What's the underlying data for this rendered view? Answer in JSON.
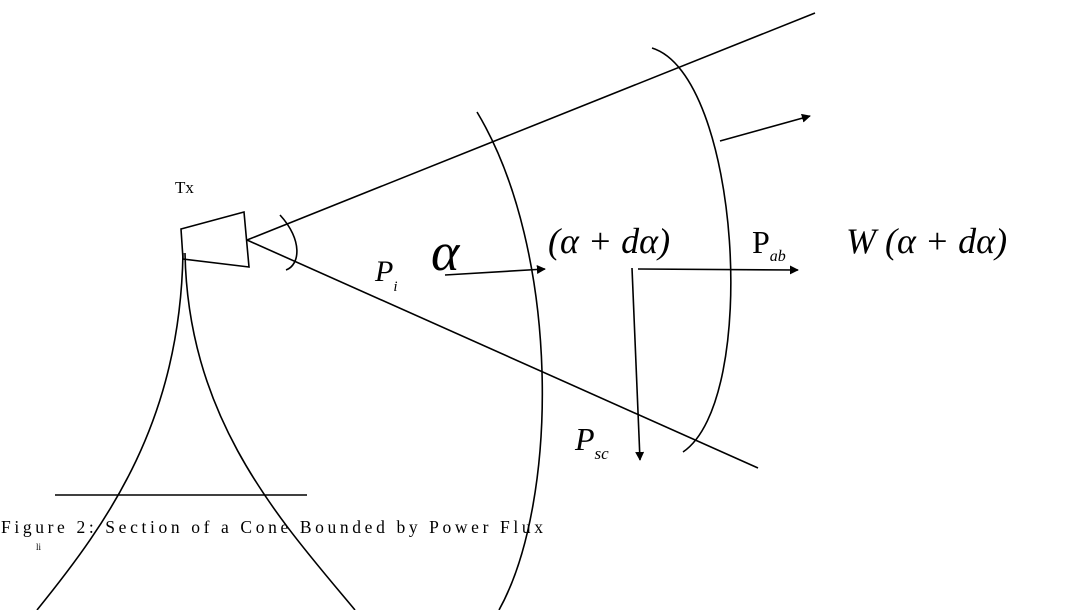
{
  "diagram": {
    "transmitter_label": "Tx",
    "incident_power": {
      "symbol": "P",
      "subscript": "i"
    },
    "alpha_symbol": "α",
    "alpha_plus_d_alpha": "(α + dα)",
    "absorbed_power": {
      "symbol": "P",
      "subscript": "ab"
    },
    "flux_expression": "W (α + dα)",
    "scattered_power": {
      "symbol": "P",
      "subscript": "sc"
    },
    "caption": "Figure 2: Section of a Cone Bounded by Power Flux",
    "caption_overflow": "li"
  }
}
